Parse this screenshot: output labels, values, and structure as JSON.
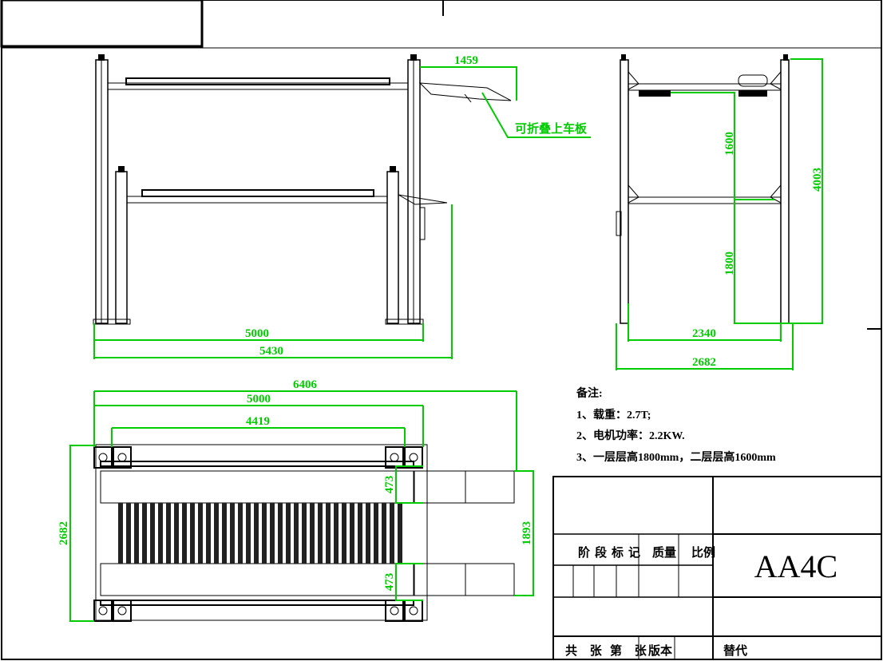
{
  "drawing": {
    "dimensions": {
      "front_ramp": "1459",
      "front_inner_width": "5000",
      "front_total_width": "5430",
      "side_upper_height": "1600",
      "side_total_height": "4003",
      "side_lower_height": "1800",
      "side_inner_width": "2340",
      "side_outer_width": "2682",
      "top_total": "6406",
      "top_post_span": "5000",
      "top_inner_span": "4419",
      "top_depth": "2682",
      "top_ramp_a": "473",
      "top_ramp_b": "473",
      "top_ramp_width": "1893"
    },
    "callout_label": "可折叠上车板",
    "notes": {
      "heading": "备注:",
      "lines": [
        "1、载重：2.7T;",
        "2、电机功率：2.2KW.",
        "3、一层层高1800mm，二层层高1600mm"
      ]
    },
    "title_block": {
      "stage_mark": "阶段标记",
      "mass": "质量",
      "scale": "比例",
      "model": "AA4C",
      "sheets_total": "共 张",
      "sheet_no": "第 张",
      "version": "版本",
      "replaces": "替代"
    }
  }
}
